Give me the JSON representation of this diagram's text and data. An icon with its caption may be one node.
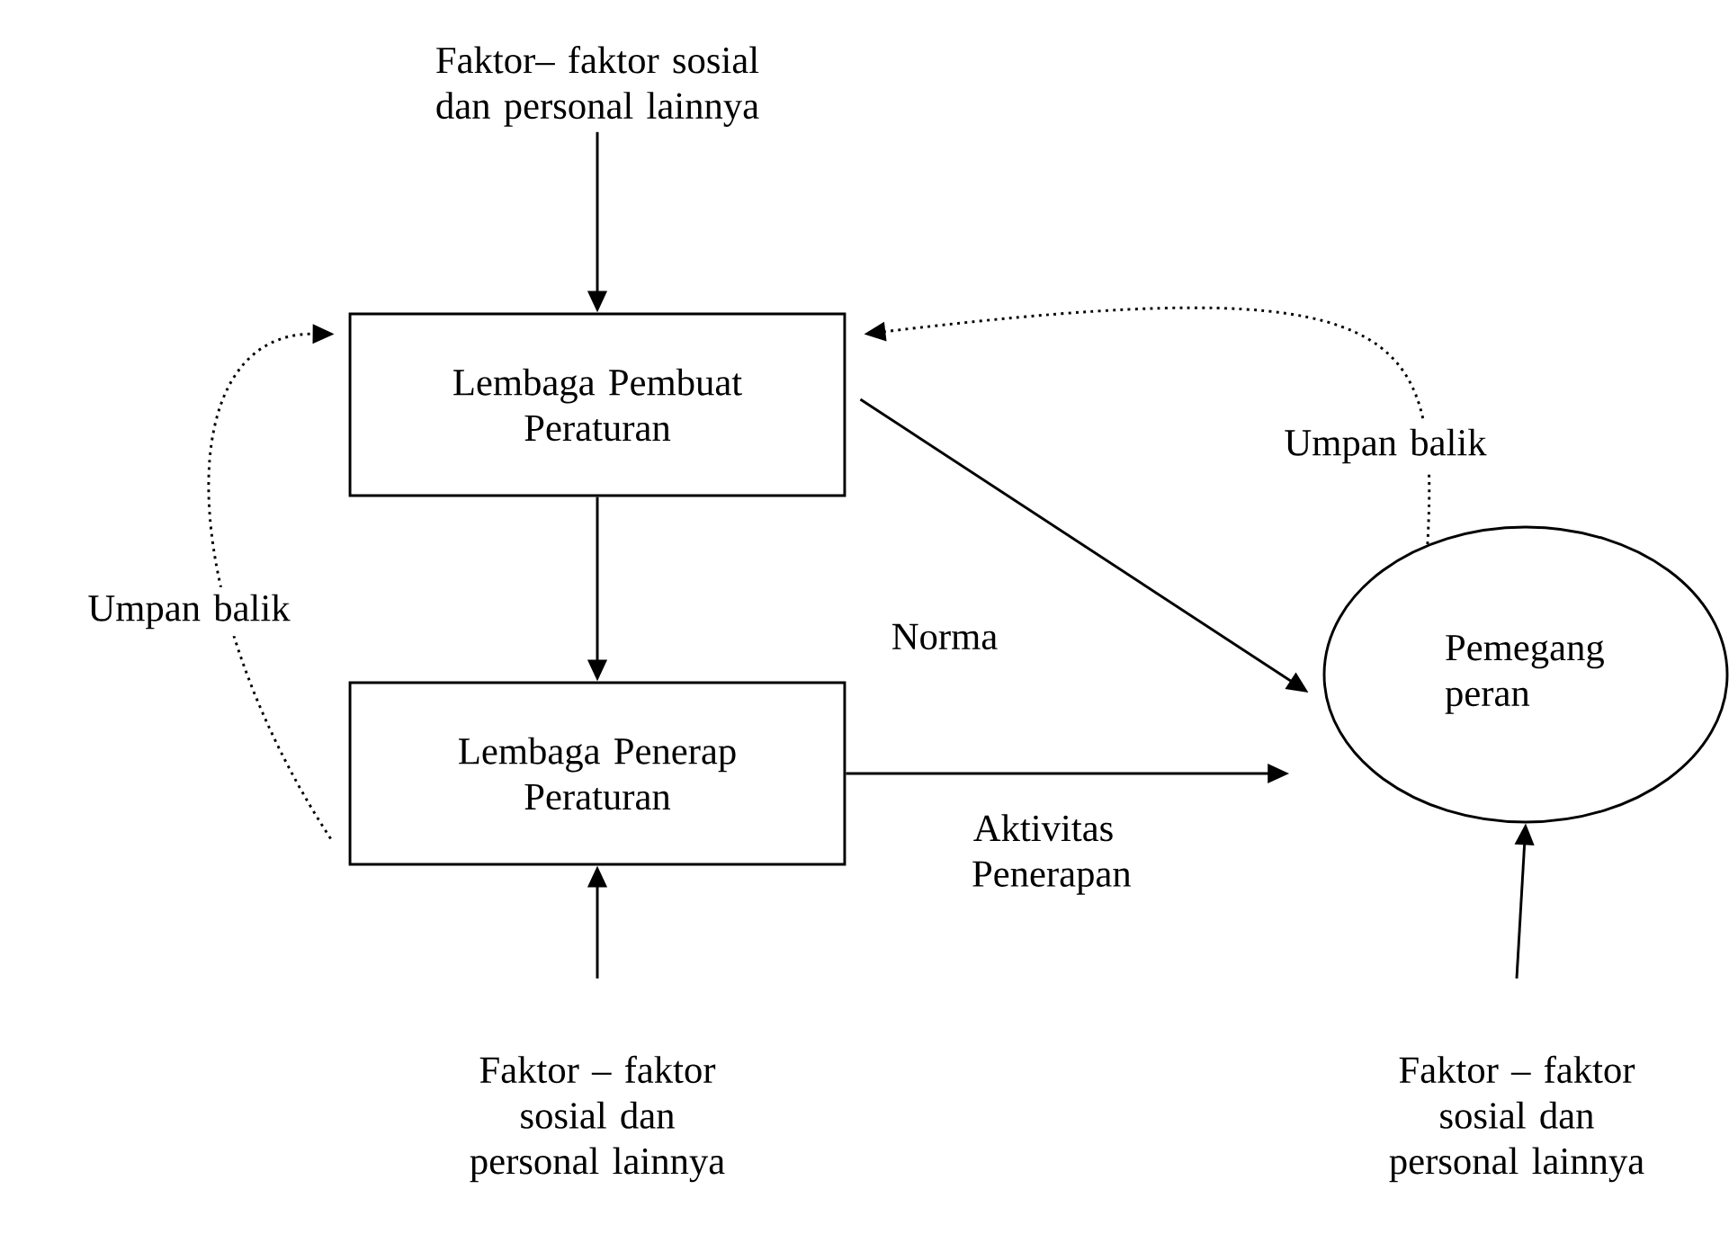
{
  "diagram": {
    "nodes": [
      {
        "text": [
          "Faktor– faktor sosial dan personal lainnya"
        ]
      },
      {
        "text": [
          "Lembaga Pembuat Peraturan"
        ]
      },
      {
        "text": [
          "Lembaga Penerap Peraturan"
        ]
      },
      {
        "text": [
          "Pemegang peran"
        ]
      },
      {
        "text": [
          "Faktor – faktor sosial dan personal lainnya"
        ]
      },
      {
        "text": [
          "Faktor – faktor sosial dan personal lainnya"
        ]
      }
    ],
    "edges": [
      {
        "from": 0,
        "to": 1,
        "arrow": "to"
      },
      {
        "from": 1,
        "to": 2,
        "arrow": "to"
      },
      {
        "from": 1,
        "to": 3,
        "arrow": "to",
        "label": "Norma"
      },
      {
        "from": 2,
        "to": 3,
        "arrow": "to",
        "label": "Aktivitas Penerapan"
      },
      {
        "from": 4,
        "to": 2,
        "arrow": "to"
      },
      {
        "from": 5,
        "to": 3,
        "arrow": "to"
      },
      {
        "from": 2,
        "to": 1,
        "arrow": "to",
        "style": "dashed",
        "label": "Umpan balik"
      },
      {
        "from": 3,
        "to": 1,
        "arrow": "to",
        "style": "dashed",
        "label": "Umpan balik"
      }
    ]
  }
}
